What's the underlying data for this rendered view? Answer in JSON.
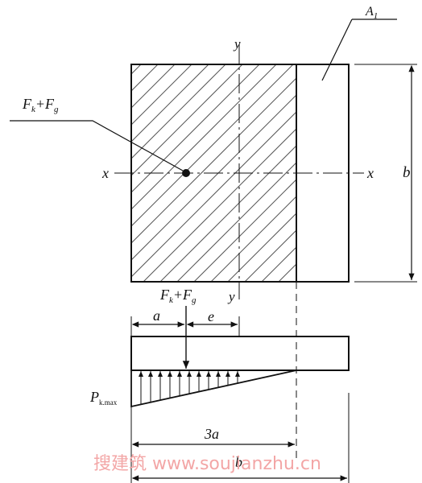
{
  "labels": {
    "area_A1": "A",
    "area_A1_sub": "1",
    "load_top_F": "F",
    "load_top_k": "k",
    "load_top_plus": "+F",
    "load_top_g": "g",
    "axis_y_top": "y",
    "axis_y_bottom": "y",
    "axis_x_left": "x",
    "axis_x_right": "x",
    "dim_b_right": "b",
    "load_bottom_F": "F",
    "load_bottom_k": "k",
    "load_bottom_plus": "+F",
    "load_bottom_g": "g",
    "dim_a": "a",
    "dim_e": "e",
    "pressure_P": "P",
    "pressure_sub": "k.max",
    "dim_3a": "3a",
    "dim_b_bottom": "b"
  },
  "watermark": "搜建筑 www.soujianzhu.cn",
  "colors": {
    "line": "#111111",
    "hatch": "#555555",
    "watermark": "#f3a6a6"
  }
}
